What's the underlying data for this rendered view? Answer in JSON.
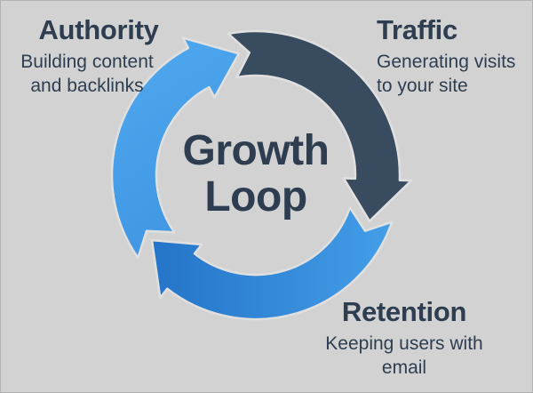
{
  "diagram_title": {
    "line1": "Growth",
    "line2": "Loop"
  },
  "steps": [
    {
      "label": "Authority",
      "desc_line1": "Building content",
      "desc_line2": "and backlinks"
    },
    {
      "label": "Traffic",
      "desc_line1": "Generating visits",
      "desc_line2": "to your site"
    },
    {
      "label": "Retention",
      "desc_line1": "Keeping users with",
      "desc_line2": "email"
    }
  ],
  "arrows": [
    {
      "from": "Authority",
      "to": "Traffic",
      "appearance": "light-blue"
    },
    {
      "from": "Traffic",
      "to": "Retention",
      "appearance": "dark-navy"
    },
    {
      "from": "Retention",
      "to": "Authority",
      "appearance": "blue-gradient"
    }
  ],
  "flow_direction": "clockwise",
  "colors": {
    "background": "#D2D2D2",
    "text": "#2E3E50",
    "arrow_outline": "#E0E0E0",
    "arrow_dark_navy": "#394B5F",
    "arrow_light_blue_top": "#50A9F0",
    "arrow_light_blue_bottom": "#4096E2",
    "arrow_gradient_start": "#2474C8",
    "arrow_gradient_end": "#449EE8"
  }
}
